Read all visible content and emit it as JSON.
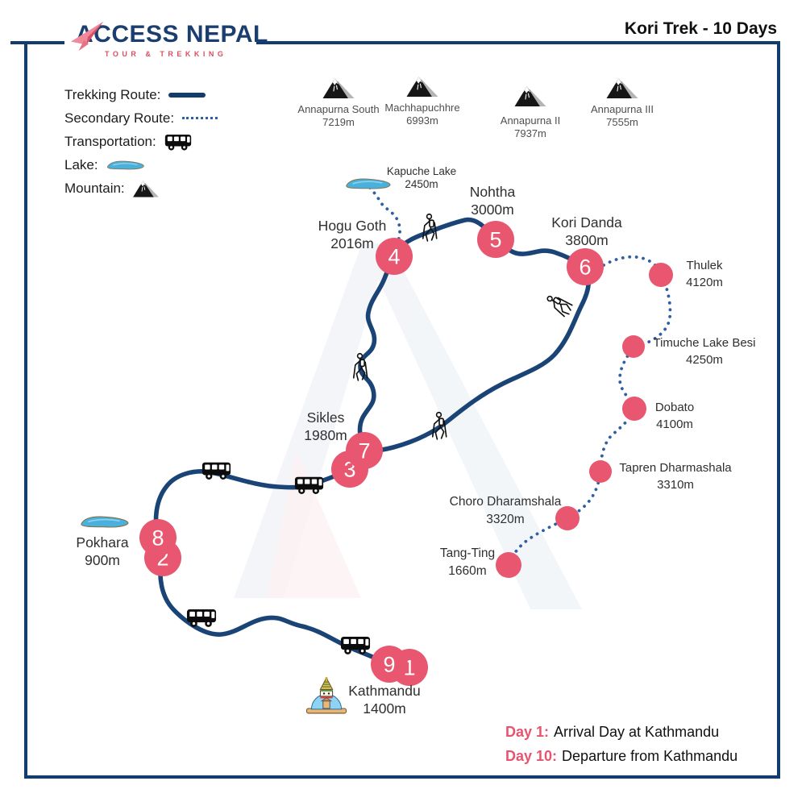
{
  "header": {
    "brand_name": "ACCESS NEPAL",
    "brand_tagline": "TOUR & TREKKING",
    "trek_title": "Kori Trek - 10 Days"
  },
  "legend": {
    "trekking_route": "Trekking Route:",
    "secondary_route": "Secondary Route:",
    "transportation": "Transportation:",
    "lake": "Lake:",
    "mountain": "Mountain:"
  },
  "mountains": [
    {
      "name": "Annapurna South",
      "elevation": "7219m"
    },
    {
      "name": "Machhapuchhre",
      "elevation": "6993m"
    },
    {
      "name": "Annapurna II",
      "elevation": "7937m"
    },
    {
      "name": "Annapurna III",
      "elevation": "7555m"
    }
  ],
  "places": [
    {
      "name": "Kapuche Lake",
      "elevation": "2450m"
    },
    {
      "name": "Hogu Goth",
      "elevation": "2016m"
    },
    {
      "name": "Nohtha",
      "elevation": "3000m"
    },
    {
      "name": "Kori Danda",
      "elevation": "3800m"
    },
    {
      "name": "Thulek",
      "elevation": "4120m"
    },
    {
      "name": "Timuche Lake Besi",
      "elevation": "4250m"
    },
    {
      "name": "Dobato",
      "elevation": "4100m"
    },
    {
      "name": "Tapren Dharmashala",
      "elevation": "3310m"
    },
    {
      "name": "Choro Dharamshala",
      "elevation": "3320m"
    },
    {
      "name": "Tang-Ting",
      "elevation": "1660m"
    },
    {
      "name": "Sikles",
      "elevation": "1980m"
    },
    {
      "name": "Pokhara",
      "elevation": "900m"
    },
    {
      "name": "Kathmandu",
      "elevation": "1400m"
    }
  ],
  "day_markers": [
    "1",
    "9",
    "2",
    "8",
    "3",
    "7",
    "4",
    "5",
    "6"
  ],
  "notes": [
    {
      "day_label": "Day 1:",
      "text": "Arrival Day at Kathmandu"
    },
    {
      "day_label": "Day 10:",
      "text": "Departure from Kathmandu"
    }
  ],
  "colors": {
    "frame_navy": "#123c6d",
    "route_navy": "#1a4475",
    "secondary_blue": "#2e5fa3",
    "marker_pink": "#e8566f",
    "brand_navy": "#1b3e70",
    "brand_red": "#d94f63",
    "lake_blue": "#4ab0dd"
  }
}
